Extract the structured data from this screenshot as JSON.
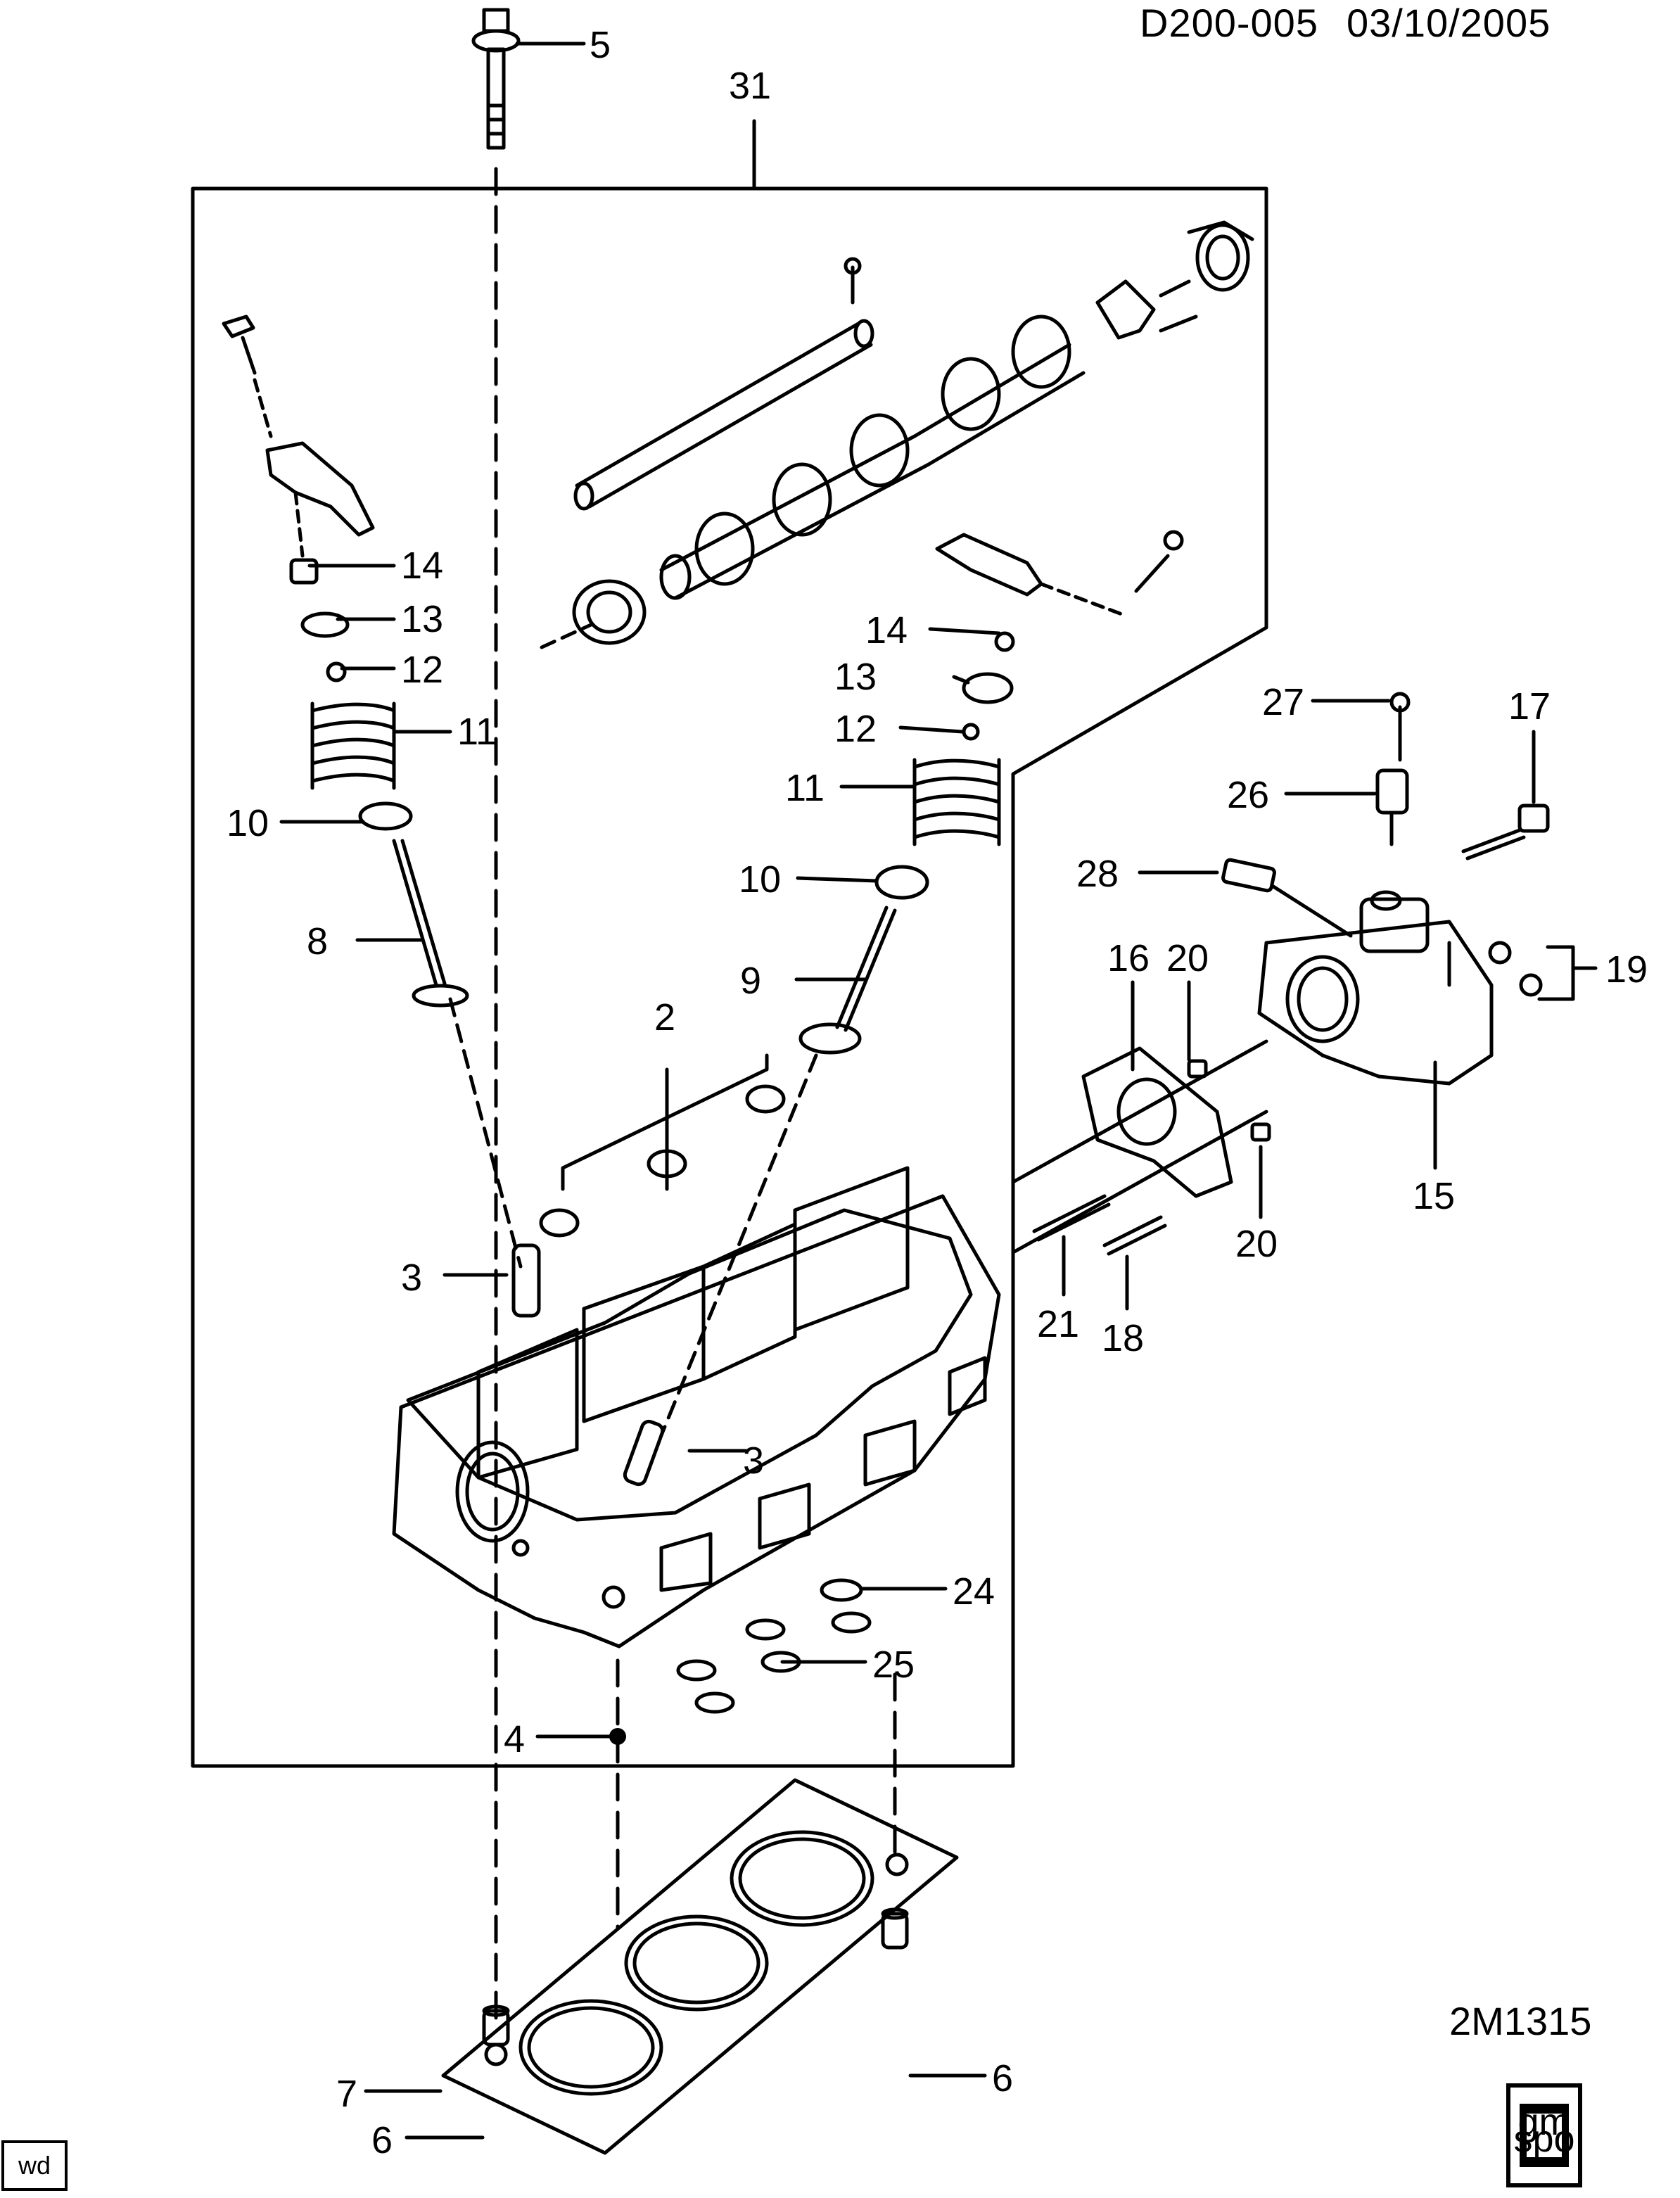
{
  "header": {
    "doc_id": "D200-005",
    "date": "03/10/2005"
  },
  "figure_code": "2M1315",
  "corner_tag": "wd",
  "logo_text": "gm spo",
  "callouts": {
    "c5": "5",
    "c31": "31",
    "c14a": "14",
    "c13a": "13",
    "c12a": "12",
    "c11a": "11",
    "c10a": "10",
    "c8": "8",
    "c14b": "14",
    "c13b": "13",
    "c12b": "12",
    "c11b": "11",
    "c10b": "10",
    "c9": "9",
    "c27": "27",
    "c17": "17",
    "c26": "26",
    "c28": "28",
    "c16": "16",
    "c20a": "20",
    "c19": "19",
    "c15": "15",
    "c20b": "20",
    "c21": "21",
    "c18": "18",
    "c2": "2",
    "c3a": "3",
    "c3b": "3",
    "c24": "24",
    "c25": "25",
    "c4": "4",
    "c7": "7",
    "c6a": "6",
    "c6b": "6"
  }
}
